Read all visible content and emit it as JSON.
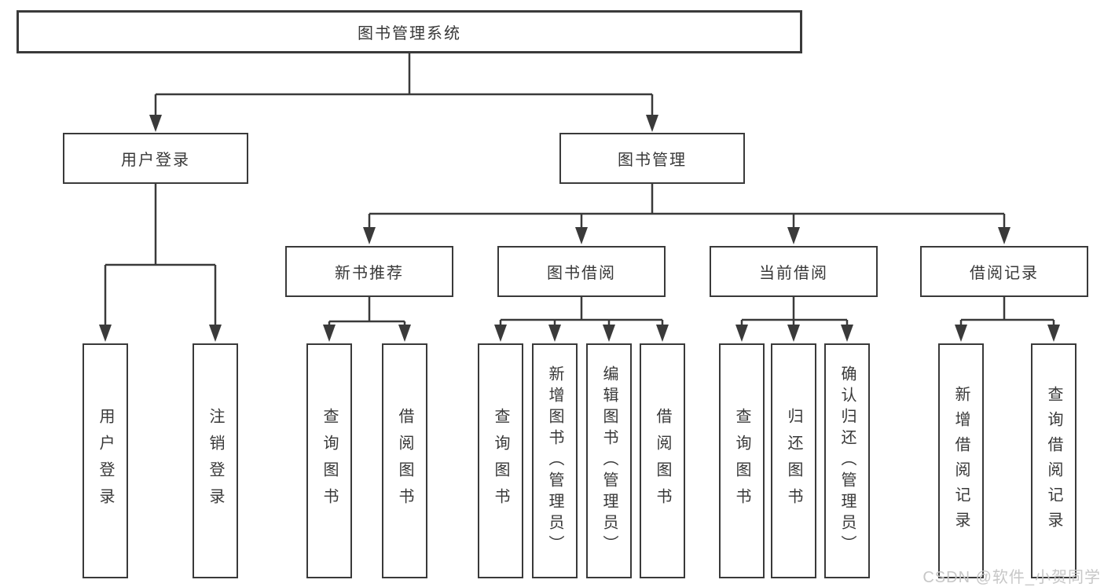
{
  "diagram_type": "hierarchy-tree",
  "colors": {
    "background": "#ffffff",
    "line": "#3a3a3a",
    "box_border": "#3a3a3a",
    "text": "#383838",
    "watermark_text": "#c7c7c7"
  },
  "hierarchy": {
    "root": "图书管理系统",
    "children": [
      {
        "label": "用户登录",
        "children": [
          "用户登录",
          "注销登录"
        ]
      },
      {
        "label": "图书管理",
        "children": [
          {
            "label": "新书推荐",
            "children": [
              "查询图书",
              "借阅图书"
            ]
          },
          {
            "label": "图书借阅",
            "children": [
              "查询图书",
              "新增图书（管理员）",
              "编辑图书（管理员）",
              "借阅图书"
            ]
          },
          {
            "label": "当前借阅",
            "children": [
              "查询图书",
              "归还图书",
              "确认归还（管理员）"
            ]
          },
          {
            "label": "借阅记录",
            "children": [
              "新增借阅记录",
              "查询借阅记录"
            ]
          }
        ]
      }
    ]
  },
  "watermark": "CSDN @软件_小贺同学"
}
